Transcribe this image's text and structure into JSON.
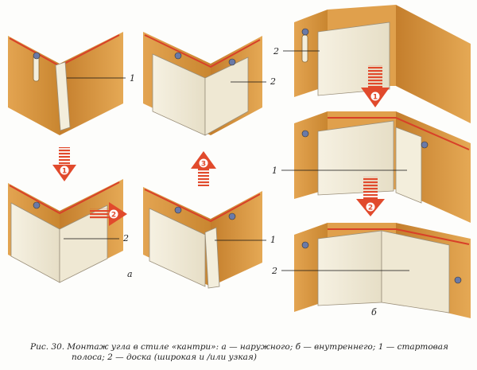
{
  "labels": {
    "a": "а",
    "b": "б",
    "p1": "1",
    "p2": "2"
  },
  "steps": {
    "s1": "1",
    "s2": "2",
    "s3": "3",
    "r1": "1",
    "r2": "2"
  },
  "caption": {
    "line1": "Рис. 30. Монтаж угла в стиле «кантри»: а — наружного; б — внутреннего; 1 — стартовая",
    "line2": "полоса; 2 — доска (широкая и /или узкая)"
  },
  "colors": {
    "wall": "#d9953e",
    "wall_dark": "#b87525",
    "panel": "#f2ecd9",
    "arrow": "#e14a2c",
    "rail": "#d84028"
  }
}
